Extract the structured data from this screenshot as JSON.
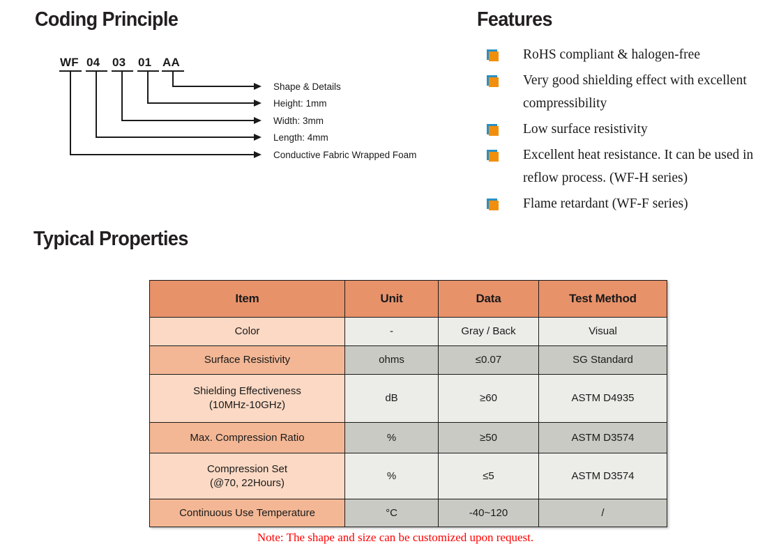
{
  "sections": {
    "coding_principle": {
      "heading": "Coding Principle",
      "code_segments": [
        {
          "label": "WF"
        },
        {
          "label": "04"
        },
        {
          "label": "03"
        },
        {
          "label": "01"
        },
        {
          "label": "AA"
        }
      ],
      "callouts": [
        {
          "label": "Shape & Details"
        },
        {
          "label": "Height: 1mm"
        },
        {
          "label": "Width: 3mm"
        },
        {
          "label": "Length: 4mm"
        },
        {
          "label": "Conductive Fabric Wrapped Foam"
        }
      ]
    },
    "features": {
      "heading": "Features",
      "bullet_color": "#f18f0c",
      "bullet_shadow_color": "#2a8fc4",
      "items": [
        "RoHS compliant & halogen-free",
        "Very good shielding effect with excellent compressibility",
        "Low surface resistivity",
        "Excellent heat resistance. It can be used in reflow process. (WF-H series)",
        "Flame retardant (WF-F series)"
      ]
    },
    "typical_properties": {
      "heading": "Typical Properties",
      "header_color": "#e8926a",
      "columns": [
        "Item",
        "Unit",
        "Data",
        "Test Method"
      ],
      "rows": [
        {
          "item": "Color",
          "unit": "-",
          "data": "Gray / Back",
          "method": "Visual"
        },
        {
          "item": "Surface Resistivity",
          "unit": "ohms",
          "data": "≤0.07",
          "method": "SG Standard"
        },
        {
          "item": "Shielding Effectiveness\n(10MHz-10GHz)",
          "unit": "dB",
          "data": "≥60",
          "method": "ASTM D4935"
        },
        {
          "item": "Max. Compression Ratio",
          "unit": "%",
          "data": "≥50",
          "method": "ASTM D3574"
        },
        {
          "item": "Compression Set\n(@70, 22Hours)",
          "unit": "%",
          "data": "≤5",
          "method": "ASTM D3574"
        },
        {
          "item": "Continuous Use Temperature",
          "unit": "°C",
          "data": "-40~120",
          "method": "/"
        }
      ],
      "note": "Note: The shape and size can be customized upon request.",
      "note_color": "#ff0000"
    }
  }
}
